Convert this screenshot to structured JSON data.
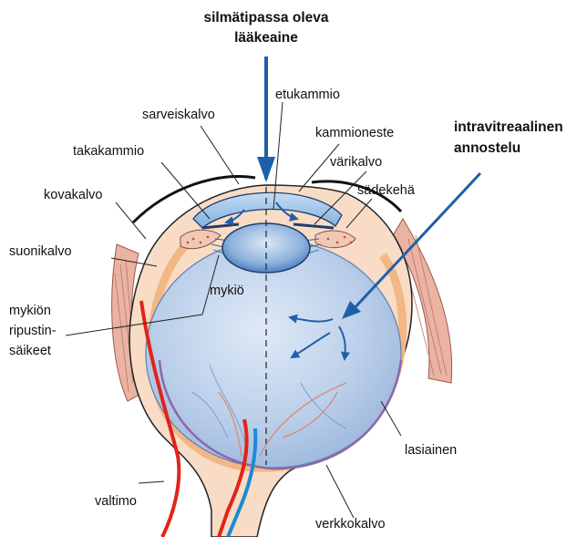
{
  "title": {
    "line1": "silmätipassa oleva",
    "line2": "lääkeaine"
  },
  "injection": {
    "line1": "intravitreaalinen",
    "line2": "annostelu"
  },
  "labels": {
    "etukammio": "etukammio",
    "sarveiskalvo": "sarveiskalvo",
    "kammioneste": "kammioneste",
    "takakammio": "takakammio",
    "varikalvo": "värikalvo",
    "kovakalvo": "kovakalvo",
    "sadekeha": "sädekehä",
    "suonikalvo": "suonikalvo",
    "mykion_line1": "mykiön",
    "mykion_line2": "ripustin-",
    "mykion_line3": "säikeet",
    "mykio": "mykiö",
    "lasiainen": "lasiainen",
    "valtimo": "valtimo",
    "verkkokalvo": "verkkokalvo"
  },
  "colors": {
    "arrow_blue": "#1f5faa",
    "vitreous": "#b9cde8",
    "lens": "#5e8fc9",
    "sclera": "#f7d7bd",
    "choroid": "#f0b98f",
    "artery": "#e2231a",
    "vein": "#1c8ad6",
    "muscle": "#e8a89a"
  }
}
